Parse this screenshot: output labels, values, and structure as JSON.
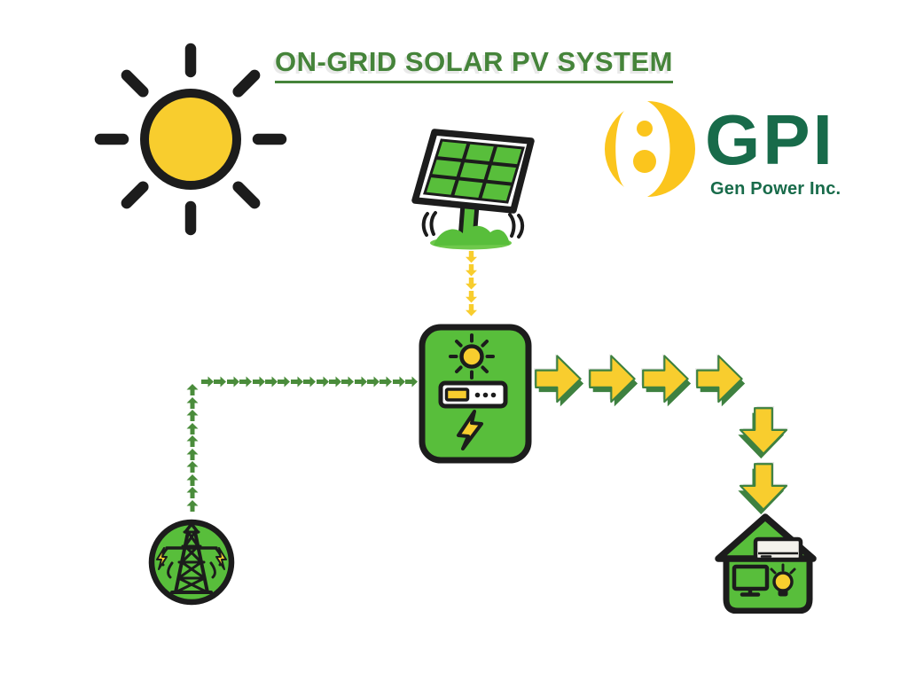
{
  "page": {
    "background": "#FFFFFF"
  },
  "title": {
    "text": "ON-GRID SOLAR PV SYSTEM"
  },
  "logo": {
    "acronym": "GPI",
    "company": "Gen Power Inc.",
    "mark": "yellow-figure-eight-circle"
  },
  "colors": {
    "bright_green": "#58BE3B",
    "mid_green": "#4A8C3B",
    "arrow_green": "#3E8140",
    "title_green": "#45843A",
    "logo_green": "#186B4A",
    "yellow": "#F8CD2E",
    "logo_yellow": "#FBC51D",
    "outline_black": "#1C1C1C",
    "light_green": "#6FC94C"
  },
  "diagram": {
    "nodes": [
      {
        "icon": "sun-icon"
      },
      {
        "icon": "solar-panel-icon"
      },
      {
        "icon": "inverter-icon"
      },
      {
        "icon": "utility-grid-tower-icon"
      },
      {
        "icon": "house-loads-icon"
      }
    ],
    "flows": {
      "panel_to_inverter": {
        "count": 5,
        "style": "small-yellow-down-arrows"
      },
      "grid_vertical": {
        "count": 10,
        "style": "small-green-up-arrows"
      },
      "grid_horizontal": {
        "count": 17,
        "style": "small-green-right-arrows"
      },
      "inverter_to_house_right": {
        "count": 4,
        "style": "large-yellow-right-arrows"
      },
      "inverter_to_house_down": {
        "count": 2,
        "style": "large-yellow-down-arrows"
      }
    }
  }
}
